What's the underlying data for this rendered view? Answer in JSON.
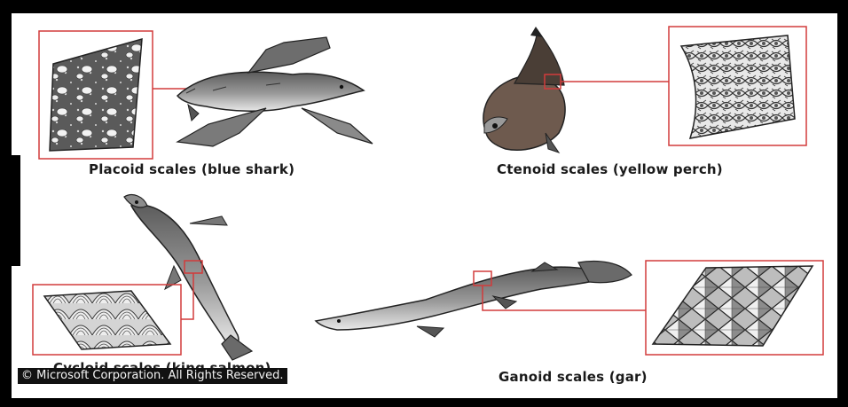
{
  "captions": {
    "placoid": "Placoid scales (blue shark)",
    "ctenoid": "Ctenoid scales (yellow perch)",
    "cycloid": "Cycloid scales (king salmon)",
    "ganoid": "Ganoid scales (gar)"
  },
  "copyright": "© Microsoft Corporation. All Rights Reserved.",
  "colors": {
    "callout": "#d23b3b",
    "frame": "#000000",
    "background": "#ffffff"
  }
}
